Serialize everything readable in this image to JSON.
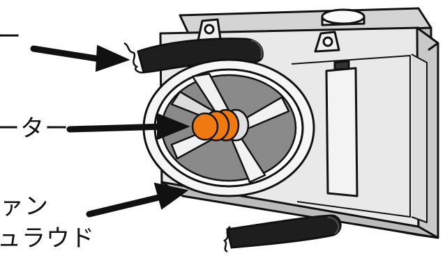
{
  "labels": {
    "hose": "ー",
    "motor": "ーター",
    "shroud_line1": "ァン",
    "shroud_line2": "ュラウド"
  },
  "colors": {
    "outline": "#111111",
    "radiator_body": "#e8e8e8",
    "radiator_shadow": "#c8c8c8",
    "fan_blade": "#7a7a7a",
    "hose": "#1e1e1e",
    "motor": "#f07a12",
    "arrow": "#111111"
  },
  "icons": [
    "radiator",
    "cooling-fan",
    "fan-motor",
    "fan-shroud",
    "hose",
    "pointer-arrow"
  ]
}
